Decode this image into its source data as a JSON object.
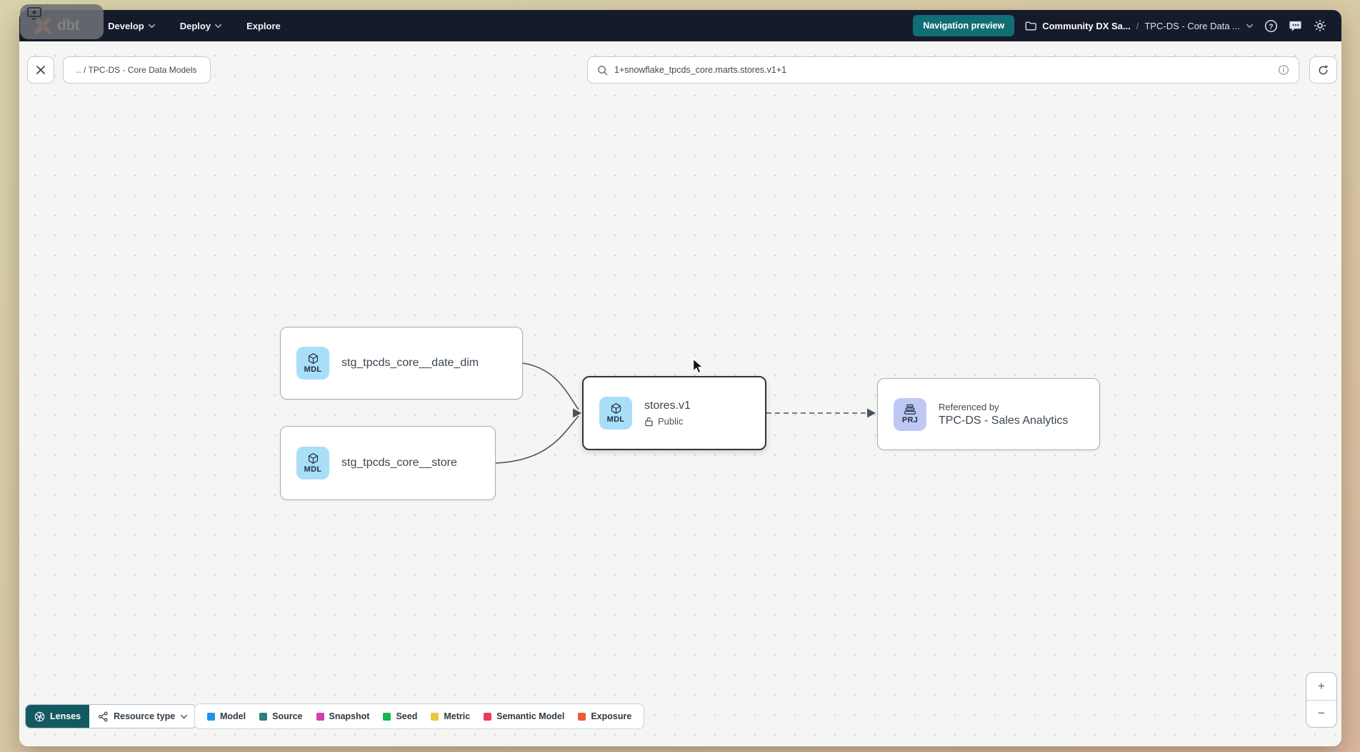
{
  "navbar": {
    "logo_text": "dbt",
    "menus": [
      {
        "label": "Develop",
        "has_chevron": true
      },
      {
        "label": "Deploy",
        "has_chevron": true
      },
      {
        "label": "Explore",
        "has_chevron": false
      }
    ],
    "preview_button": "Navigation preview",
    "breadcrumb": {
      "project": "Community DX Sa...",
      "separator": "/",
      "section": "TPC-DS - Core Data ..."
    }
  },
  "toolbar": {
    "path_chip": ".. / TPC-DS - Core Data Models",
    "search_value": "1+snowflake_tpcds_core.marts.stores.v1+1"
  },
  "graph": {
    "nodes": [
      {
        "id": "date_dim",
        "badge": "MDL",
        "label": "stg_tpcds_core__date_dim"
      },
      {
        "id": "store",
        "badge": "MDL",
        "label": "stg_tpcds_core__store"
      },
      {
        "id": "stores_v1",
        "badge": "MDL",
        "label": "stores.v1",
        "sublabel": "Public",
        "selected": true
      },
      {
        "id": "sales_analytics",
        "badge": "PRJ",
        "prelabel": "Referenced by",
        "label": "TPC-DS - Sales Analytics"
      }
    ]
  },
  "footer": {
    "lenses_label": "Lenses",
    "resource_type_label": "Resource type",
    "legend": [
      {
        "label": "Model",
        "color": "#2095e8"
      },
      {
        "label": "Source",
        "color": "#2f7d7d"
      },
      {
        "label": "Snapshot",
        "color": "#d63dae"
      },
      {
        "label": "Seed",
        "color": "#12b84f"
      },
      {
        "label": "Metric",
        "color": "#eec43e"
      },
      {
        "label": "Semantic Model",
        "color": "#e93a5c"
      },
      {
        "label": "Exposure",
        "color": "#ed5c38"
      }
    ],
    "zoom_in": "+",
    "zoom_out": "−"
  },
  "colors": {
    "accent_teal": "#116e74",
    "lenses_teal": "#135a60",
    "brand_orange": "#ff5c35",
    "navbar_bg": "#151b2b",
    "model_badge_bg": "#a9def8",
    "project_badge_bg": "#bfc8f5",
    "selected_border": "#2c3640"
  }
}
